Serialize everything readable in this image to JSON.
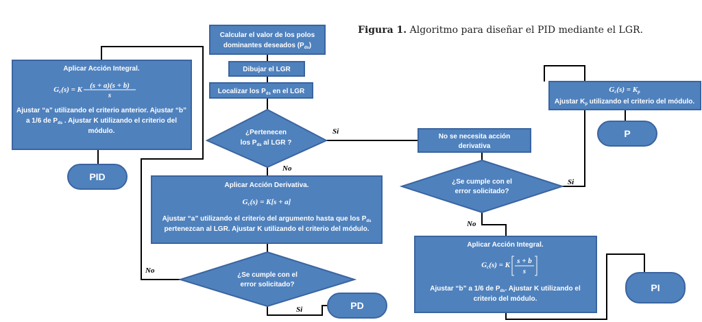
{
  "caption": {
    "label": "Figura 1.",
    "text": "Algoritmo para diseñar el PID mediante el LGR."
  },
  "colors": {
    "fill": "#4f81bd",
    "stroke": "#3a64a0",
    "line": "#000000",
    "text": "#ffffff"
  },
  "nodes": {
    "calc_polos": {
      "line1": "Calcular el valor de los polos",
      "line2": "dominantes  deseados (P",
      "sub": "ds",
      "close": ")"
    },
    "dibujar_lgr": {
      "text": "Dibujar el LGR"
    },
    "localizar": {
      "pre": "Localizar los P",
      "sub": "ds",
      "post": " en el LGR"
    },
    "decision_pertenecen": {
      "line1": "¿Pertenecen",
      "pre": "los P",
      "sub": "ds",
      "post": " al  LGR ?"
    },
    "integral_pid": {
      "title": "Aplicar Acción Integral.",
      "eq_lhs": "G",
      "eq_lhs_sub": "c",
      "eq_lhs_rest": "(s) = K",
      "eq_num": "(s + a)(s + b)",
      "eq_den": "s",
      "line1": "Ajustar “a” utilizando el criterio anterior. Ajustar “b”",
      "line2_pre": "a 1/6 de P",
      "line2_sub": "ds",
      "line2_post": " . Ajustar K  utilizando el criterio del",
      "line3": "módulo."
    },
    "derivativa": {
      "title": "Aplicar Acción Derivativa.",
      "eq": "G",
      "eq_sub": "c",
      "eq_rest": "(s) = K[s + a]",
      "line1_pre": "Ajustar “a”  utilizando el criterio del argumento hasta que los P",
      "line1_sub": "ds",
      "line2": "pertenezcan al  LGR. Ajustar K utilizando el criterio del módulo."
    },
    "decision_error_1": {
      "line1": "¿Se cumple con el",
      "line2": "error solicitado?"
    },
    "no_derivativa": {
      "line1": "No se necesita acción",
      "line2": "derivativa"
    },
    "decision_error_2": {
      "line1": "¿Se cumple con el",
      "line2": "error solicitado?"
    },
    "proporcional": {
      "eq": "G",
      "eq_sub": "c",
      "eq_rest": "(s) = K",
      "eq_rest_sub": "p",
      "line_pre": "Ajustar K",
      "line_sub": "p",
      "line_post": " utilizando el criterio del módulo."
    },
    "integral_pi": {
      "title": "Aplicar Acción Integral.",
      "eq_lhs": "G",
      "eq_lhs_sub": "c",
      "eq_lhs_rest": "(s) = K",
      "eq_num": "s + b",
      "eq_den": "s",
      "line1_pre": "Ajustar “b” a 1/6 de P",
      "line1_sub": "ds",
      "line1_post": ". Ajustar K utilizando el",
      "line2": "criterio del módulo."
    }
  },
  "terminals": {
    "pid": "PID",
    "p": "P",
    "pd": "PD",
    "pi": "PI"
  },
  "labels": {
    "si": "Si",
    "no": "No"
  }
}
